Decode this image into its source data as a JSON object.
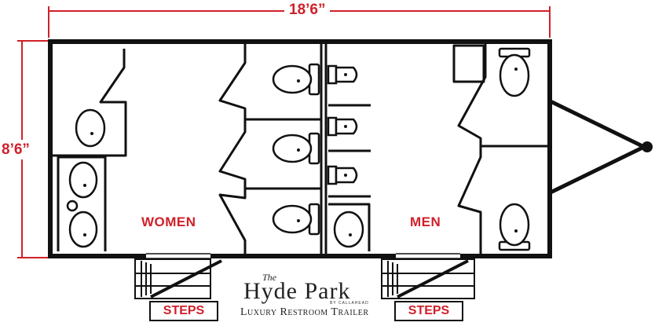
{
  "dimensions": {
    "width_label": "18’6”",
    "height_label": "8’6”"
  },
  "rooms": {
    "women_label": "WOMEN",
    "men_label": "MEN"
  },
  "steps": {
    "left_label": "STEPS",
    "right_label": "STEPS"
  },
  "brand": {
    "the": "The",
    "name": "Hyde Park",
    "byline": "BY CALLAHEAD",
    "tagline": "Luxury Restroom Trailer"
  },
  "colors": {
    "dimension": "#d0202a",
    "walls": "#111111",
    "label": "#d0202a"
  }
}
